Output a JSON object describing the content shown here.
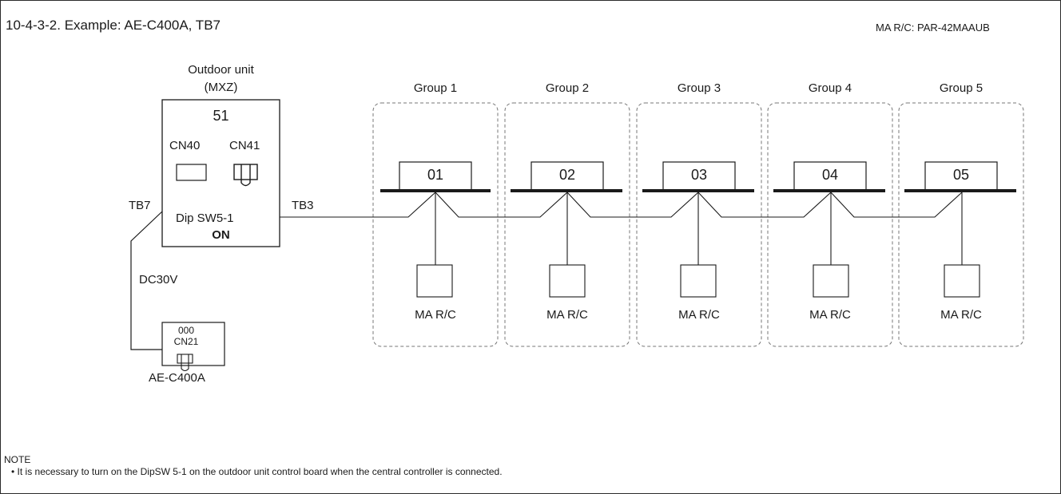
{
  "title": "10-4-3-2. Example: AE-C400A, TB7",
  "remote_model": "MA R/C: PAR-42MAAUB",
  "outdoor_unit": {
    "label_line1": "Outdoor unit",
    "label_line2": "(MXZ)",
    "address": "51",
    "cn40": "CN40",
    "cn41": "CN41",
    "dip_label": "Dip SW5-1",
    "dip_state": "ON",
    "tb7": "TB7",
    "tb3": "TB3"
  },
  "supply_label": "DC30V",
  "controller": {
    "address": "000",
    "connector": "CN21",
    "name": "AE-C400A"
  },
  "groups": [
    {
      "name": "Group 1",
      "unit": "01",
      "remote": "MA R/C"
    },
    {
      "name": "Group 2",
      "unit": "02",
      "remote": "MA R/C"
    },
    {
      "name": "Group 3",
      "unit": "03",
      "remote": "MA R/C"
    },
    {
      "name": "Group 4",
      "unit": "04",
      "remote": "MA R/C"
    },
    {
      "name": "Group 5",
      "unit": "05",
      "remote": "MA R/C"
    }
  ],
  "note": {
    "heading": "NOTE",
    "text": "• It is necessary to turn on the DipSW 5-1 on the outdoor unit control board when the central controller is connected."
  }
}
